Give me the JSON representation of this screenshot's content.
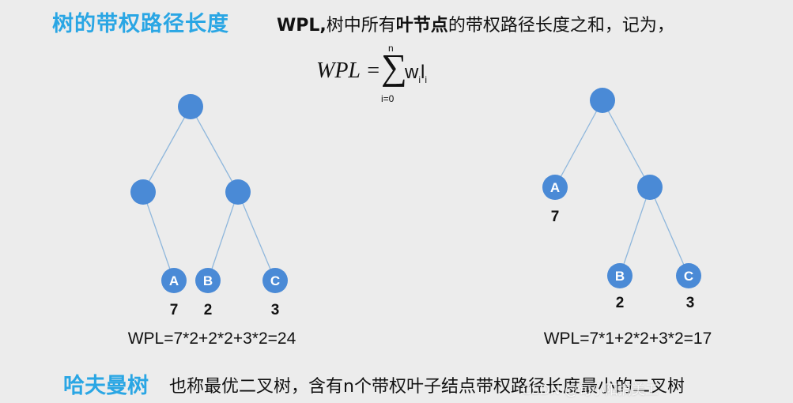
{
  "title": "树的带权路径长度",
  "definition": {
    "prefix": "WPL,",
    "part1": "树中所有",
    "bold": "叶节点",
    "part2": "的带权路径长度之和，记为，"
  },
  "formula": {
    "lhs": "WPL =",
    "sigma": "∑",
    "upper": "n",
    "lower": "i=0",
    "term": "w",
    "sub1": "i",
    "term2": "l",
    "sub2": "i"
  },
  "tree1": {
    "leaves": [
      {
        "label": "A",
        "weight": "7"
      },
      {
        "label": "B",
        "weight": "2"
      },
      {
        "label": "C",
        "weight": "3"
      }
    ],
    "wpl": "WPL=7*2+2*2+3*2=24"
  },
  "tree2": {
    "leaves": [
      {
        "label": "A",
        "weight": "7"
      },
      {
        "label": "B",
        "weight": "2"
      },
      {
        "label": "C",
        "weight": "3"
      }
    ],
    "wpl": "WPL=7*1+2*2+3*2=17"
  },
  "huffman": {
    "title": "哈夫曼树",
    "text": "也称最优二叉树，含有n个带权叶子结点带权路径长度最小的二叉树"
  },
  "watermark": "CSDN @旬小阳搞美工",
  "colors": {
    "accent": "#2aa6e4",
    "node": "#4a8ad6",
    "edge": "#8fb7dc"
  }
}
